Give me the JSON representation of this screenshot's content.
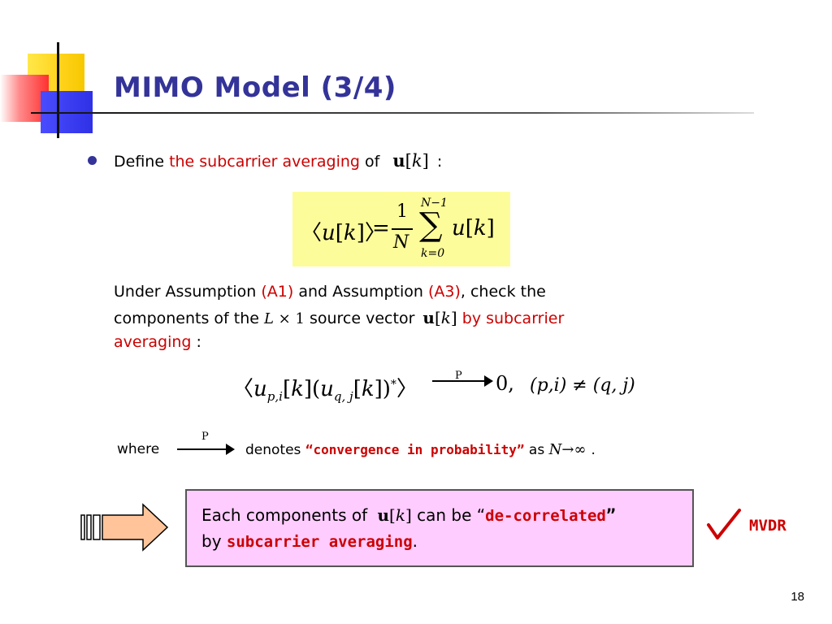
{
  "slide": {
    "title": "MIMO Model (3/4)",
    "page_number": "18"
  },
  "bullet": {
    "define_prefix": "Define ",
    "define_highlight": "the subcarrier averaging",
    "define_of": " of ",
    "define_colon": ":"
  },
  "equation1": {
    "lhs": "〈u[k]〉",
    "equals": "=",
    "numerator": "1",
    "denominator": "N",
    "sum_upper": "N−1",
    "sum_symbol": "∑",
    "sum_lower": "k=0",
    "rhs": "u[k]"
  },
  "paragraph": {
    "l1_a": "Under Assumption ",
    "l1_a1": "(A1)",
    "l1_b": " and Assumption ",
    "l1_a3": "(A3)",
    "l1_c": ", check the",
    "l2_a": "components of the ",
    "l2_dim": "L × 1",
    "l2_b": " source vector ",
    "l2_vec": "u[k]",
    "l2_c": " by subcarrier",
    "l3_a": "averaging",
    "l3_b": " :"
  },
  "equation2": {
    "expr": "〈u",
    "sub1": "p,i",
    "mid": "[k](u",
    "sub2": "q, j",
    "end": "[k])",
    "star": "*",
    "close": "〉",
    "arrow_label": "P",
    "arrow": "⟶",
    "result": "0,",
    "condition": "(p,i) ≠ (q, j)"
  },
  "where_line": {
    "where": "where",
    "arrow_label": "P",
    "arrow": "⟶",
    "denotes": "denotes ",
    "quote": "“convergence in probability”",
    "as": " as ",
    "limit": "N→∞",
    "period": "."
  },
  "callout": {
    "l1_a": "Each components of ",
    "l1_vec": "u[k]",
    "l1_b": " can be “",
    "l1_hl": "de-correlated",
    "l1_c": "”",
    "l2_a": "by ",
    "l2_hl": "subcarrier averaging",
    "l2_b": "."
  },
  "side_note": {
    "check": "✓",
    "label": "MVDR"
  },
  "colors": {
    "title": "#333399",
    "highlight": "#cc0000",
    "equation_box": "#fdfc9a",
    "callout_bg": "#ffccff",
    "arrow_fill": "#ffc49a"
  }
}
